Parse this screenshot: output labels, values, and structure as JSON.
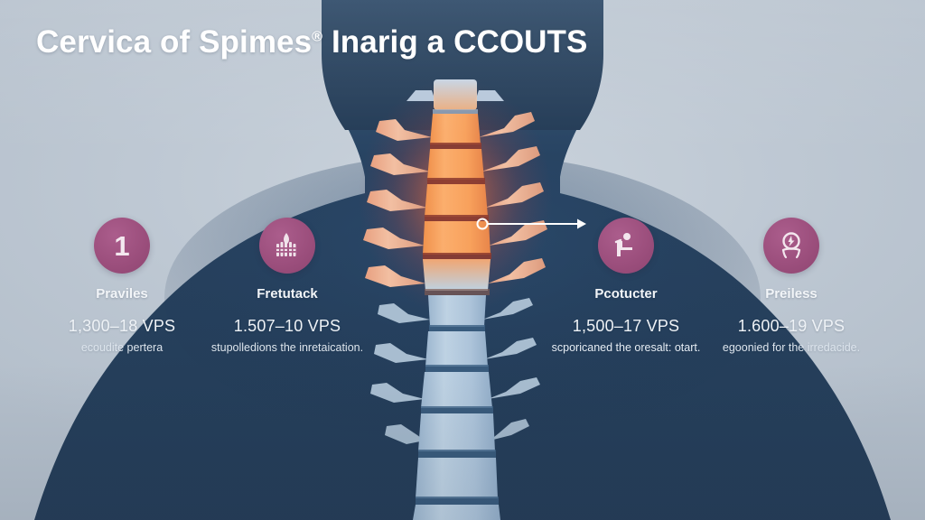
{
  "title": {
    "main": "Cervica of Spimes",
    "registered": "®",
    "tail": " Inarig a CCOUTS"
  },
  "colors": {
    "background": "#c3ccd6",
    "silhouette": "#274364",
    "badge": "#9c4f7d",
    "highlight_vertebra": "#f5a05a",
    "disc_highlight": "#8c3a2e",
    "vertebra_normal": "#a9c0d6",
    "disc_normal": "#3d6285",
    "text_primary": "#ffffff",
    "callout": "#ffffff"
  },
  "columns": [
    {
      "icon": "number-one",
      "number": "1",
      "label": "Praviles",
      "value": "1,300–18 VPS",
      "desc": "ecoudite pertera"
    },
    {
      "icon": "spine-stack-icon",
      "number": "",
      "label": "Fretutack",
      "value": "1.507–10 VPS",
      "desc": "stupolledions the inretaication."
    },
    {
      "icon": "seated-posture-icon",
      "number": "",
      "label": "Pcotucter",
      "value": "1,500–17 VPS",
      "desc": "scporicaned the oresalt: otart."
    },
    {
      "icon": "head-pain-icon",
      "number": "",
      "label": "Preiless",
      "value": "1.600–19 VPS",
      "desc": "egoonied for the irredacide."
    }
  ],
  "callout": {
    "marker": "circle-endpoint",
    "arrow": "arrow-right"
  },
  "anatomy": {
    "figure": "head-neck-shoulders-silhouette",
    "spine": "cervical-thoracic-vertebral-column",
    "highlighted_segment": "cervical-inflamed"
  }
}
